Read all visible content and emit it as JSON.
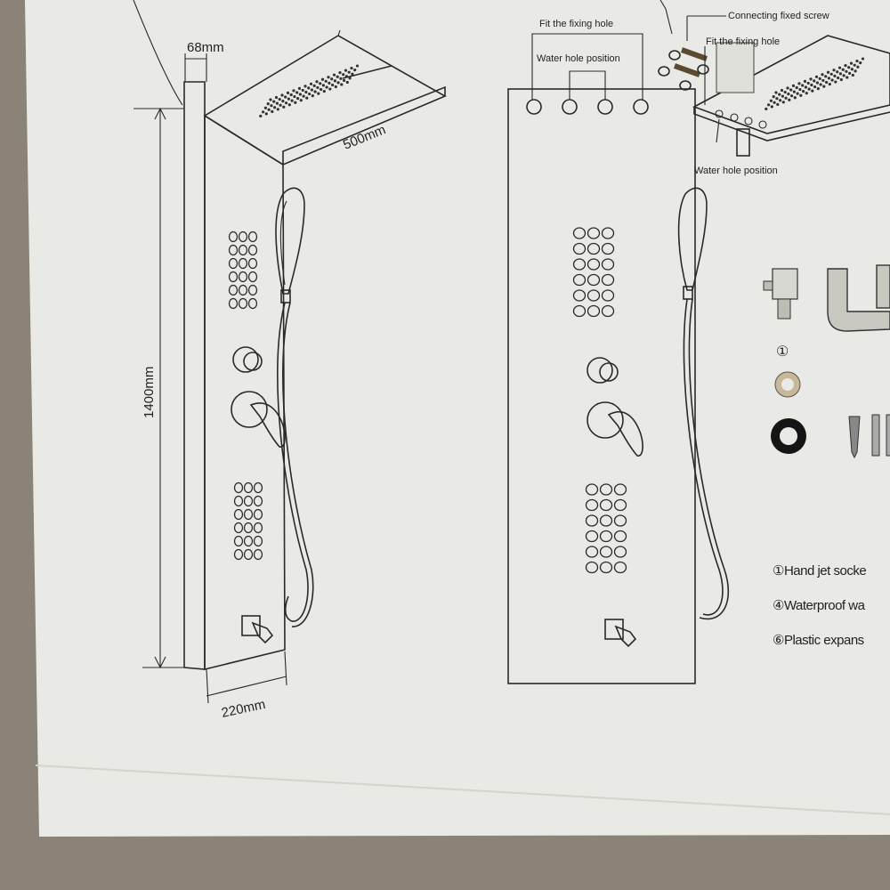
{
  "left_view": {
    "dim_depth": "68mm",
    "dim_head_width": "500mm",
    "dim_height": "1400mm",
    "dim_width": "220mm"
  },
  "front_view": {
    "fixing_hole_label": "Fit the fixing hole",
    "water_hole_label": "Water hole position"
  },
  "head_detail": {
    "screw_label": "Connecting fixed screw",
    "fixing_hole_label": "Fit the fixing hole",
    "water_hole_label": "Water hole position"
  },
  "accessories": {
    "part_marker": "①"
  },
  "legend": [
    {
      "text": "①Hand jet socke"
    },
    {
      "text": "④Waterproof wa"
    },
    {
      "text": "⑥Plastic expans"
    }
  ]
}
